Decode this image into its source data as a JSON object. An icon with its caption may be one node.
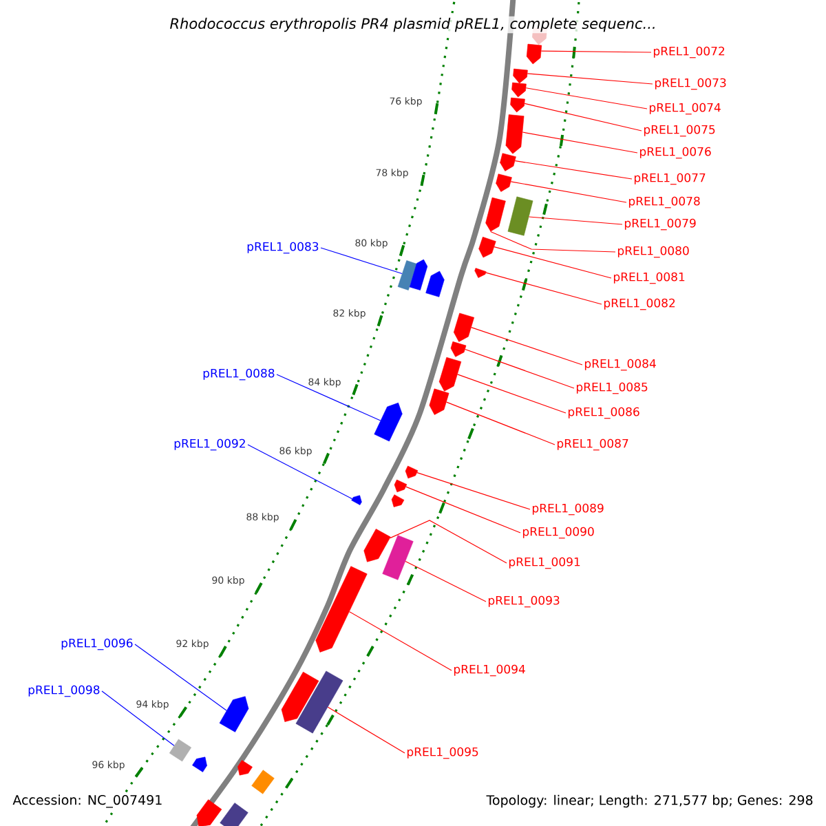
{
  "diagram": {
    "title": "*Rhodococcus erythropolis* PR4 plasmid pREL1, complete sequenc...",
    "nodes": [
      {
        "text": [
          "pREL1_0072"
        ]
      },
      {
        "text": [
          "pREL1_0073"
        ]
      },
      {
        "text": [
          "pREL1_0074"
        ]
      },
      {
        "text": [
          "pREL1_0075"
        ]
      },
      {
        "text": [
          "pREL1_0076"
        ]
      },
      {
        "text": [
          "pREL1_0077"
        ]
      },
      {
        "text": [
          "pREL1_0078"
        ]
      },
      {
        "text": [
          "pREL1_0079"
        ]
      },
      {
        "text": [
          "pREL1_0083"
        ]
      },
      {
        "text": [
          "pREL1_0080"
        ]
      },
      {
        "text": [
          "pREL1_0081"
        ]
      },
      {
        "text": [
          "pREL1_0082"
        ]
      },
      {
        "text": [
          "pREL1_0084"
        ]
      },
      {
        "text": [
          "pREL1_0088"
        ]
      },
      {
        "text": [
          "pREL1_0085"
        ]
      },
      {
        "text": [
          "pREL1_0086"
        ]
      },
      {
        "text": [
          "pREL1_0087"
        ]
      },
      {
        "text": [
          "pREL1_0092"
        ]
      },
      {
        "text": [
          "pREL1_0089"
        ]
      },
      {
        "text": [
          "pREL1_0090"
        ]
      },
      {
        "text": [
          "pREL1_0091"
        ]
      },
      {
        "text": [
          "pREL1_0093"
        ]
      },
      {
        "text": [
          "pREL1_0096"
        ]
      },
      {
        "text": [
          "pREL1_0094"
        ]
      },
      {
        "text": [
          "pREL1_0098"
        ]
      },
      {
        "text": [
          "pREL1_0095"
        ]
      },
      {
        "text": [],
        "shape": "arrow"
      },
      {
        "text": [],
        "shape": "arrow"
      },
      {
        "text": [],
        "shape": "arrow"
      },
      {
        "text": [],
        "shape": "arrow"
      },
      {
        "text": [],
        "shape": "arrow"
      },
      {
        "text": [],
        "shape": "arrow"
      },
      {
        "text": [],
        "shape": "arrow"
      },
      {
        "text": [],
        "shape": "arrow"
      },
      {
        "text": [],
        "shape": "arrow"
      },
      {
        "text": [],
        "shape": "box"
      },
      {
        "text": [],
        "shape": "arrow"
      },
      {
        "text": [],
        "shape": "arrow"
      },
      {
        "text": [],
        "shape": "box"
      },
      {
        "text": [],
        "shape": "arrow"
      },
      {
        "text": [],
        "shape": "arrow"
      },
      {
        "text": [],
        "shape": "arrow"
      },
      {
        "text": [],
        "shape": "arrow"
      },
      {
        "text": [],
        "shape": "arrow"
      },
      {
        "text": [],
        "shape": "arrow"
      },
      {
        "text": [],
        "shape": "arrow"
      },
      {
        "text": [],
        "shape": "arrow"
      },
      {
        "text": [],
        "shape": "arrow"
      },
      {
        "text": [],
        "shape": "arrow"
      },
      {
        "text": [],
        "shape": "arrow"
      },
      {
        "text": [],
        "shape": "arrow"
      },
      {
        "text": [],
        "shape": "box"
      },
      {
        "text": [],
        "shape": "arrow"
      },
      {
        "text": [],
        "shape": "arrow"
      },
      {
        "text": [],
        "shape": "box"
      },
      {
        "text": [],
        "shape": "arrow"
      },
      {
        "text": [],
        "shape": "box"
      },
      {
        "text": [],
        "shape": "arrow"
      },
      {
        "text": [],
        "shape": "arrow"
      },
      {
        "text": [],
        "shape": "box"
      },
      {
        "text": [],
        "shape": "arrow"
      },
      {
        "text": [],
        "shape": "box"
      }
    ],
    "edges": [
      {
        "from": 0,
        "to": 27,
        "arrow": "none"
      },
      {
        "from": 1,
        "to": 28,
        "arrow": "none"
      },
      {
        "from": 2,
        "to": 29,
        "arrow": "none"
      },
      {
        "from": 3,
        "to": 30,
        "arrow": "none"
      },
      {
        "from": 4,
        "to": 31,
        "arrow": "none"
      },
      {
        "from": 5,
        "to": 32,
        "arrow": "none"
      },
      {
        "from": 6,
        "to": 33,
        "arrow": "none"
      },
      {
        "from": 7,
        "to": 35,
        "arrow": "none"
      },
      {
        "from": 8,
        "to": 38,
        "arrow": "none",
        "color": "#0000ff"
      },
      {
        "from": 9,
        "to": 34,
        "arrow": "none"
      },
      {
        "from": 10,
        "to": 36,
        "arrow": "none"
      },
      {
        "from": 11,
        "to": 37,
        "arrow": "none"
      },
      {
        "from": 12,
        "to": 41,
        "arrow": "none"
      },
      {
        "from": 13,
        "to": 45,
        "arrow": "none",
        "color": "#0000ff"
      },
      {
        "from": 14,
        "to": 42,
        "arrow": "none"
      },
      {
        "from": 15,
        "to": 43,
        "arrow": "none"
      },
      {
        "from": 16,
        "to": 44,
        "arrow": "none"
      },
      {
        "from": 17,
        "to": 49,
        "arrow": "none",
        "color": "#0000ff"
      },
      {
        "from": 18,
        "to": 46,
        "arrow": "none"
      },
      {
        "from": 19,
        "to": 47,
        "arrow": "none"
      },
      {
        "from": 20,
        "to": 50,
        "arrow": "none"
      },
      {
        "from": 21,
        "to": 51,
        "arrow": "none"
      },
      {
        "from": 22,
        "to": 55,
        "arrow": "none",
        "color": "#0000ff"
      },
      {
        "from": 23,
        "to": 52,
        "arrow": "none"
      },
      {
        "from": 24,
        "to": 56,
        "arrow": "none",
        "color": "#0000ff"
      },
      {
        "from": 25,
        "to": 54,
        "arrow": "none"
      }
    ],
    "labels": [
      "76 kbp",
      "78 kbp",
      "80 kbp",
      "82 kbp",
      "84 kbp",
      "86 kbp",
      "88 kbp",
      "90 kbp",
      "92 kbp",
      "94 kbp",
      "96 kbp",
      "Accession: NC_007491",
      "Topology: linear; Length: 271,577 bp; Genes: 298"
    ]
  }
}
